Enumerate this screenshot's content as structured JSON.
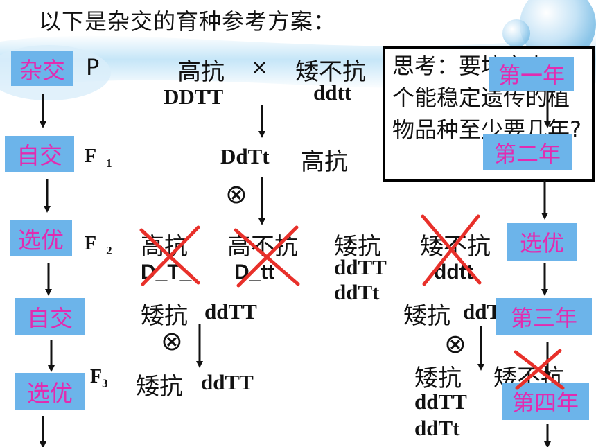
{
  "title": "以下是杂交的育种参考方案：",
  "left_steps": [
    "杂交",
    "自交",
    "选优",
    "自交",
    "选优"
  ],
  "generations": {
    "p": "P",
    "f1": "F",
    "f1_sub": "1",
    "f2": "F",
    "f2_sub": "2",
    "f3": "F",
    "f3_sub": "3"
  },
  "parents": {
    "left_pheno": "高抗",
    "left_geno": "DDTT",
    "cross": "×",
    "right_pheno": "矮不抗",
    "right_geno": "ddtt"
  },
  "f1": {
    "geno": "DdTt",
    "pheno": "高抗",
    "self_symbol": "⊗"
  },
  "f2": [
    {
      "pheno": "高抗",
      "geno": "D_T_",
      "crossed": true
    },
    {
      "pheno": "高不抗",
      "geno": "D_tt",
      "crossed": true
    },
    {
      "pheno": "矮抗",
      "geno1": "ddTT",
      "geno2": "ddTt",
      "crossed": false
    },
    {
      "pheno": "矮不抗",
      "geno": "ddtt",
      "crossed": true
    }
  ],
  "left_branch": {
    "pheno": "矮抗",
    "geno": "ddTT",
    "self_symbol": "⊗",
    "f3_pheno": "矮抗",
    "f3_geno": "ddTT"
  },
  "right_branch": {
    "pheno": "矮抗",
    "geno": "ddT",
    "self_symbol": "⊗",
    "f3a_pheno": "矮抗",
    "f3a_geno1": "ddTT",
    "f3a_geno2": "ddTt",
    "f3b_pheno": "矮不抗"
  },
  "think_box": {
    "text": "思考：要培育出一个能稳定遗传的植物品种至少要几年?"
  },
  "year_labels": [
    "第一年",
    "第二年",
    "选优",
    "第三年",
    "第四年"
  ],
  "colors": {
    "box": "#6cb4ea",
    "box_text": "#e22bb0",
    "cross_mark": "#e8302a"
  }
}
